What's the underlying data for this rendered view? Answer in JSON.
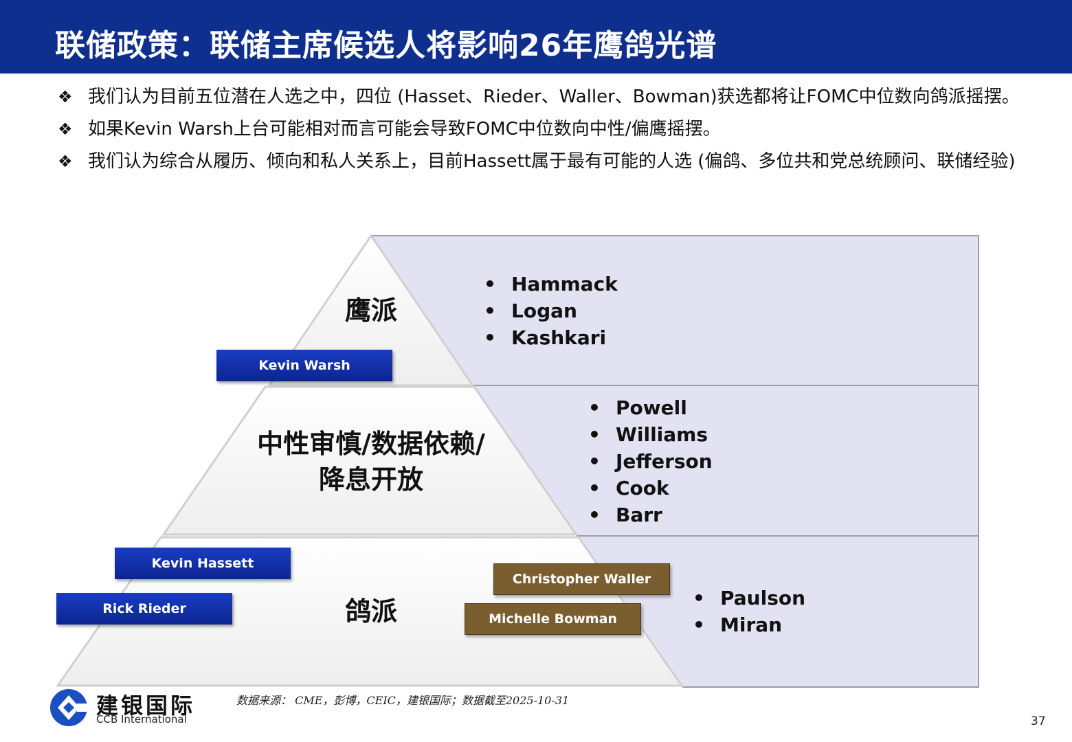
{
  "header": {
    "title": "联储政策：联储主席候选人将影响26年鹰鸽光谱"
  },
  "bullets": [
    "我们认为目前五位潜在人选之中，四位 (Hasset、Rieder、Waller、Bowman)获选都将让FOMC中位数向鸽派摇摆。",
    "如果Kevin Warsh上台可能相对而言可能会导致FOMC中位数向中性/偏鹰摇摆。",
    "我们认为综合从履历、倾向和私人关系上，目前Hassett属于最有可能的人选 (偏鸽、多位共和党总统顾问、联储经验)"
  ],
  "bullet_marker": "❖",
  "pyramid": {
    "tiers": [
      {
        "label_lines": [
          "鹰派"
        ],
        "members": [
          "Hammack",
          "Logan",
          "Kashkari"
        ]
      },
      {
        "label_lines": [
          "中性审慎/数据依赖/",
          "降息开放"
        ],
        "members": [
          "Powell",
          "Williams",
          "Jefferson",
          "Cook",
          "Barr"
        ]
      },
      {
        "label_lines": [
          "鸽派"
        ],
        "members": [
          "Paulson",
          "Miran"
        ]
      }
    ],
    "candidates": {
      "warsh": "Kevin Warsh",
      "hassett": "Kevin Hassett",
      "rieder": "Rick Rieder",
      "waller": "Christopher Waller",
      "bowman": "Michelle Bowman"
    },
    "colors": {
      "panel": "#e2e2f2",
      "pyramid_face": "#ffffff",
      "blue_box": "#0b2590",
      "brown_box": "#7b5e30"
    }
  },
  "footer": {
    "logo_cn": "建银国际",
    "logo_en": "CCB International",
    "source": "数据来源： CME，彭博，CEIC，建银国际；数据截至2025-10-31",
    "page_number": "37"
  }
}
